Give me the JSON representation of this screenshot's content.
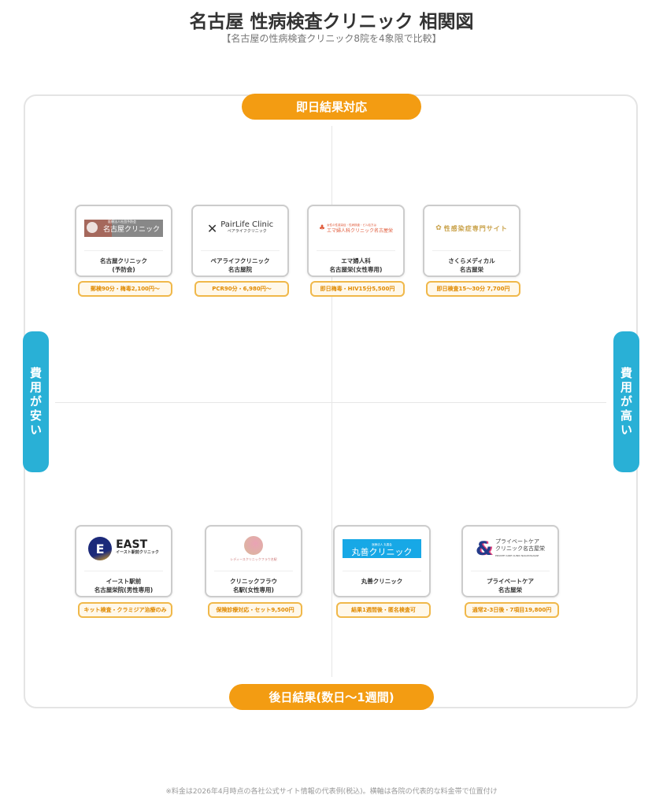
{
  "title": "名古屋 性病検査クリニック 相関図",
  "subtitle": "【名古屋の性病検査クリニック8院を4象限で比較】",
  "axes": {
    "top": "即日結果対応",
    "bottom": "後日結果(数日〜1週間)",
    "left": "費用が安い",
    "right": "費用が高い"
  },
  "clinics": [
    {
      "logo": "名古屋クリニック",
      "logo_sub": "医療法人社団予防会",
      "name": "名古屋クリニック\n(予防会)",
      "tag": "郵検90分・梅毒2,100円〜"
    },
    {
      "logo": "PairLife Clinic",
      "logo_sub": "ペアライフクリニック",
      "name": "ペアライフクリニック\n名古屋院",
      "tag": "PCR90分・6,980円〜"
    },
    {
      "logo": "エマ婦人科クリニック名古屋栄",
      "logo_sub": "女性の性感染症・性病検査・ピル処方は",
      "name": "エマ婦人科\n名古屋栄(女性専用)",
      "tag": "即日梅毒・HIV15分5,500円"
    },
    {
      "logo": "性感染症専門サイト",
      "name": "さくらメディカル\n名古屋栄",
      "tag": "即日検査15〜30分 7,700円"
    },
    {
      "logo": "EAST",
      "logo_sub": "イースト駅前クリニック",
      "name": "イースト駅前\n名古屋栄院(男性専用)",
      "tag": "キット検査・クラミジア治療のみ"
    },
    {
      "logo": "レディースクリニックフラウ名駅",
      "name": "クリニックフラウ\n名駅(女性専用)",
      "tag": "保険診療対応・セット9,500円"
    },
    {
      "logo": "丸善クリニック",
      "logo_sub": "医療法人 丸善会",
      "name": "丸善クリニック",
      "tag": "結果1週間後・匿名検査可"
    },
    {
      "logo": "プライベートケア\nクリニック名古屋栄",
      "logo_sub": "PRIVATE CARE CLINIC NAGOYASAKAE",
      "name": "プライベートケア\n名古屋栄",
      "tag": "通常2-3日後・7項目19,800円"
    }
  ],
  "footnote": "※料金は2026年4月時点の各社公式サイト情報の代表例(税込)。横軸は各院の代表的な料金帯で位置付け",
  "colors": {
    "orange": "#f39c12",
    "blue": "#29b0d6"
  }
}
